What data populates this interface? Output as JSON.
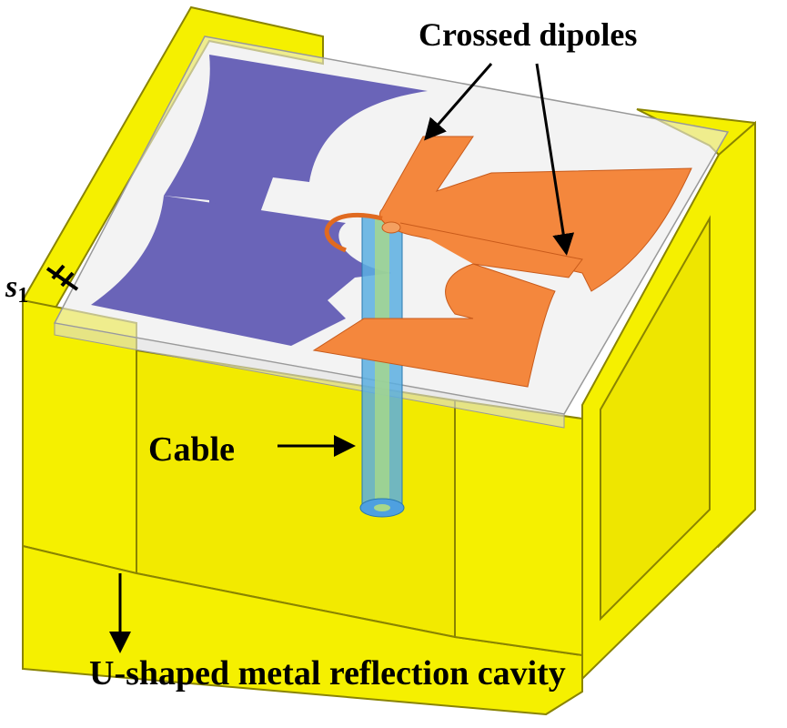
{
  "labels": {
    "crossed_dipoles": "Crossed dipoles",
    "gap_symbol": "s",
    "gap_subscript": "1",
    "cable": "Cable",
    "cavity": "U-shaped metal reflection cavity"
  },
  "colors": {
    "cavity": "#f5f000",
    "cavity_edge": "#8a8400",
    "substrate": "rgba(235,235,235,0.55)",
    "dipole_a": "#6a64b8",
    "dipole_b": "#f4873d",
    "cable": "#5aaee0",
    "cable_core": "#a8d88a"
  }
}
